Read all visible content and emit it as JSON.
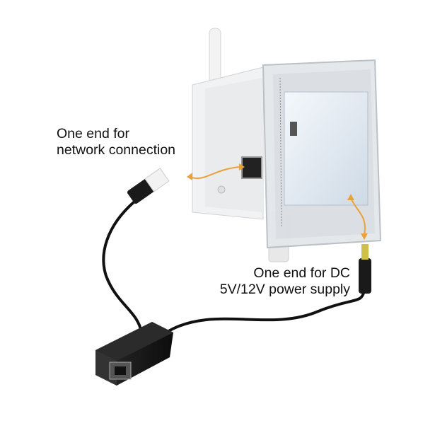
{
  "labels": {
    "network": {
      "line1": "One end for",
      "line2": "network connection"
    },
    "power": {
      "line1": "One end for DC",
      "line2": "5V/12V power supply"
    }
  },
  "colors": {
    "arrow": "#e8a23c",
    "cable": "#111111",
    "device": "#eef0f2",
    "screen": "#dfe7ef"
  }
}
